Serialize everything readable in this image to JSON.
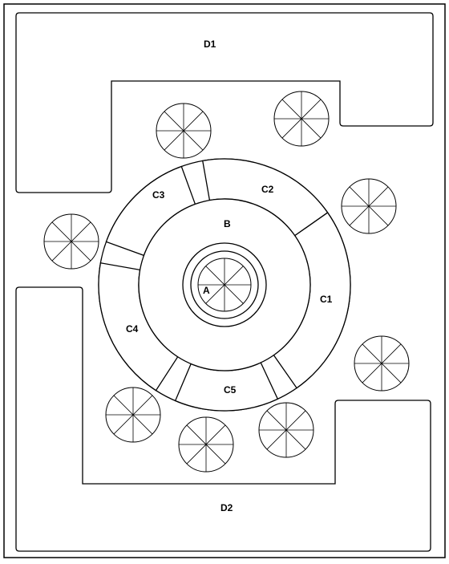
{
  "labels": {
    "D1": "D1",
    "D2": "D2",
    "A": "A",
    "B": "B",
    "C1": "C1",
    "C2": "C2",
    "C3": "C3",
    "C4": "C4",
    "C5": "C5"
  },
  "trees": [
    {
      "name": "tree-upper-left"
    },
    {
      "name": "tree-upper-right"
    },
    {
      "name": "tree-right-upper"
    },
    {
      "name": "tree-left"
    },
    {
      "name": "tree-right-lower"
    },
    {
      "name": "tree-lower-left"
    },
    {
      "name": "tree-lower-center"
    },
    {
      "name": "tree-lower-right"
    },
    {
      "name": "tree-center"
    }
  ]
}
